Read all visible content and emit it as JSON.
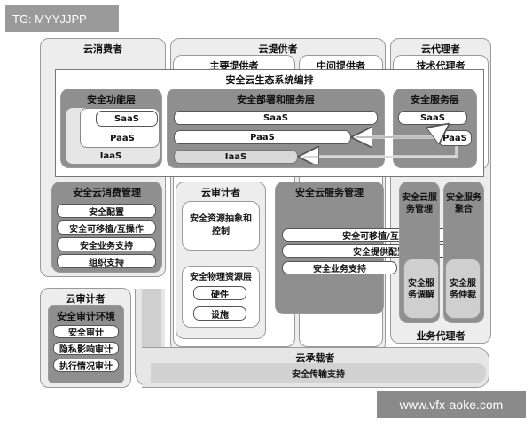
{
  "watermark_top": "TG: MYYJJPP",
  "watermark_bottom": "www.vfx-aoke.com",
  "consumer": {
    "title": "云消费者",
    "mgmt_title": "安全云消费管理",
    "mgmt_items": [
      "安全配置",
      "安全可移植/互操作",
      "安全业务支持",
      "组织支持"
    ]
  },
  "provider": {
    "title": "云提供者",
    "main_title": "主要提供者",
    "middle_title": "中间提供者"
  },
  "broker": {
    "title": "云代理者",
    "tech_title": "技术代理者",
    "biz_title": "业务代理者",
    "service_layer": "安全服务层",
    "saas": "SaaS",
    "paas": "PaaS",
    "agg_mgmt": "安全云服务管理",
    "agg": "安全服务聚合",
    "mediation": "安全服务调解",
    "arbitrage": "安全服务仲裁"
  },
  "ecosystem": {
    "title": "安全云生态系统编排",
    "func_layer": "安全功能层",
    "deploy_layer": "安全部署和服务层",
    "saas": "SaaS",
    "paas": "PaaS",
    "iaas": "IaaS"
  },
  "auditor_inner": {
    "title": "云审计者",
    "abstraction": "安全资源抽象和控制",
    "physical_layer": "安全物理资源层",
    "hardware": "硬件",
    "facility": "设施"
  },
  "cloud_service_mgmt": {
    "title": "安全云服务管理",
    "items": [
      "安全可移植/互操作",
      "安全提供配置",
      "安全业务支持"
    ]
  },
  "auditor": {
    "title": "云审计者",
    "env_title": "安全审计环境",
    "items": [
      "安全审计",
      "隐私影响审计",
      "执行情况审计"
    ]
  },
  "carrier": {
    "title": "云承载者",
    "transport": "安全传输支持"
  }
}
